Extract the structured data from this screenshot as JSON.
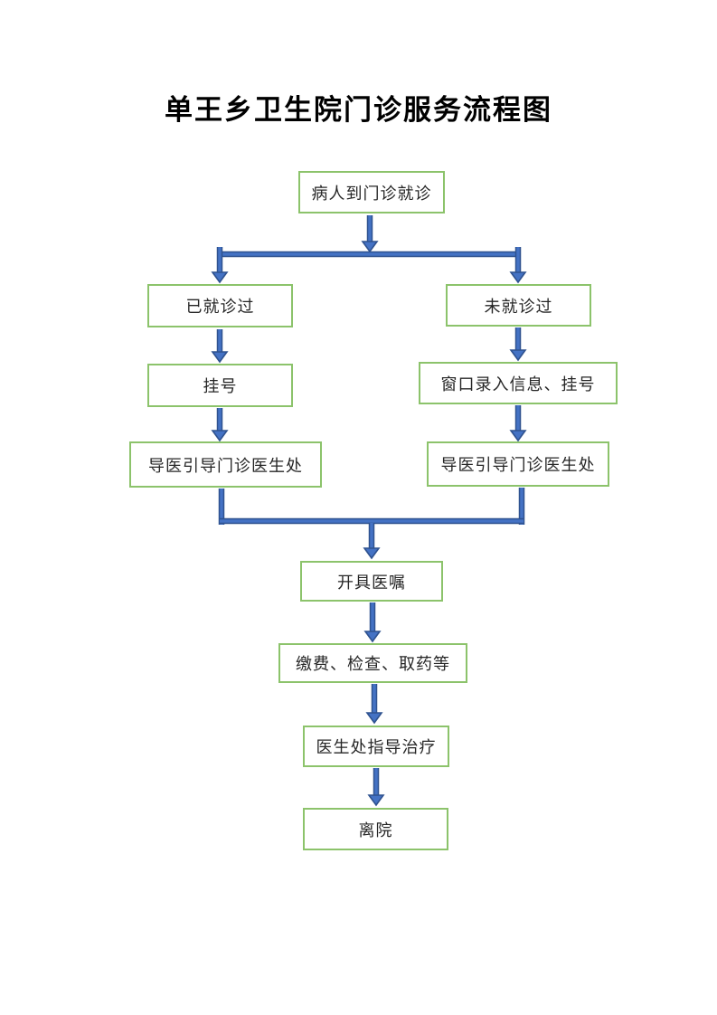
{
  "page": {
    "title": "单王乡卫生院门诊服务流程图"
  },
  "flowchart": {
    "type": "flowchart",
    "nodes": [
      {
        "id": "start",
        "label": "病人到门诊就诊"
      },
      {
        "id": "visited",
        "label": "已就诊过"
      },
      {
        "id": "not-visited",
        "label": "未就诊过"
      },
      {
        "id": "register",
        "label": "挂号"
      },
      {
        "id": "window-register",
        "label": "窗口录入信息、挂号"
      },
      {
        "id": "guide-left",
        "label": "导医引导门诊医生处"
      },
      {
        "id": "guide-right",
        "label": "导医引导门诊医生处"
      },
      {
        "id": "orders",
        "label": "开具医嘱"
      },
      {
        "id": "pay",
        "label": "缴费、检查、取药等"
      },
      {
        "id": "treatment",
        "label": "医生处指导治疗"
      },
      {
        "id": "leave",
        "label": "离院"
      }
    ],
    "edges": [
      {
        "from": "start",
        "to": "visited"
      },
      {
        "from": "start",
        "to": "not-visited"
      },
      {
        "from": "visited",
        "to": "register"
      },
      {
        "from": "not-visited",
        "to": "window-register"
      },
      {
        "from": "register",
        "to": "guide-left"
      },
      {
        "from": "window-register",
        "to": "guide-right"
      },
      {
        "from": "guide-left",
        "to": "orders"
      },
      {
        "from": "guide-right",
        "to": "orders"
      },
      {
        "from": "orders",
        "to": "pay"
      },
      {
        "from": "pay",
        "to": "treatment"
      },
      {
        "from": "treatment",
        "to": "leave"
      }
    ],
    "colors": {
      "box_border": "#8CC36B",
      "arrow_fill": "#4472C4",
      "arrow_edge": "#2F528F",
      "text": "#262626",
      "title_text": "#000000"
    }
  }
}
